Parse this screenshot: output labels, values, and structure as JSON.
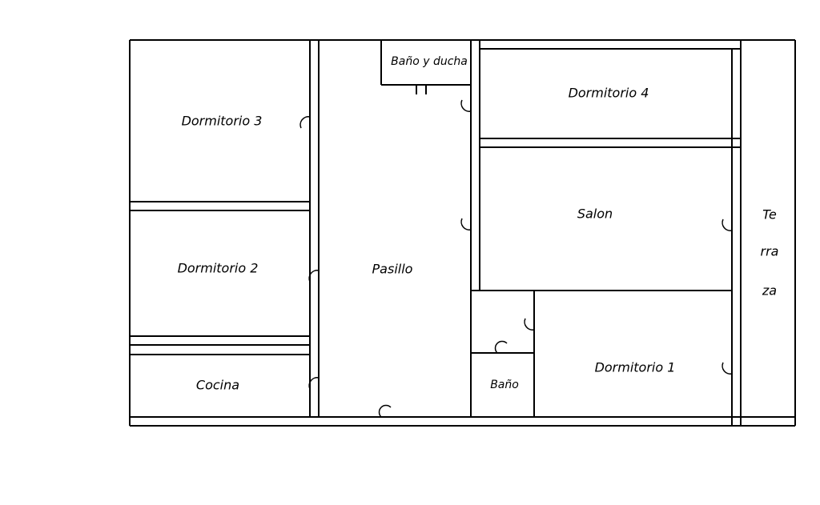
{
  "rooms": {
    "dormitorio_3": "Dormitorio 3",
    "dormitorio_2": "Dormitorio 2",
    "cocina": "Cocina",
    "pasillo": "Pasillo",
    "bano_ducha": "Baño y ducha",
    "dormitorio_4": "Dormitorio 4",
    "salon": "Salon",
    "dormitorio_1": "Dormitorio 1",
    "bano": "Baño",
    "terraza_line1": "Te",
    "terraza_line2": "rra",
    "terraza_line3": "za"
  }
}
